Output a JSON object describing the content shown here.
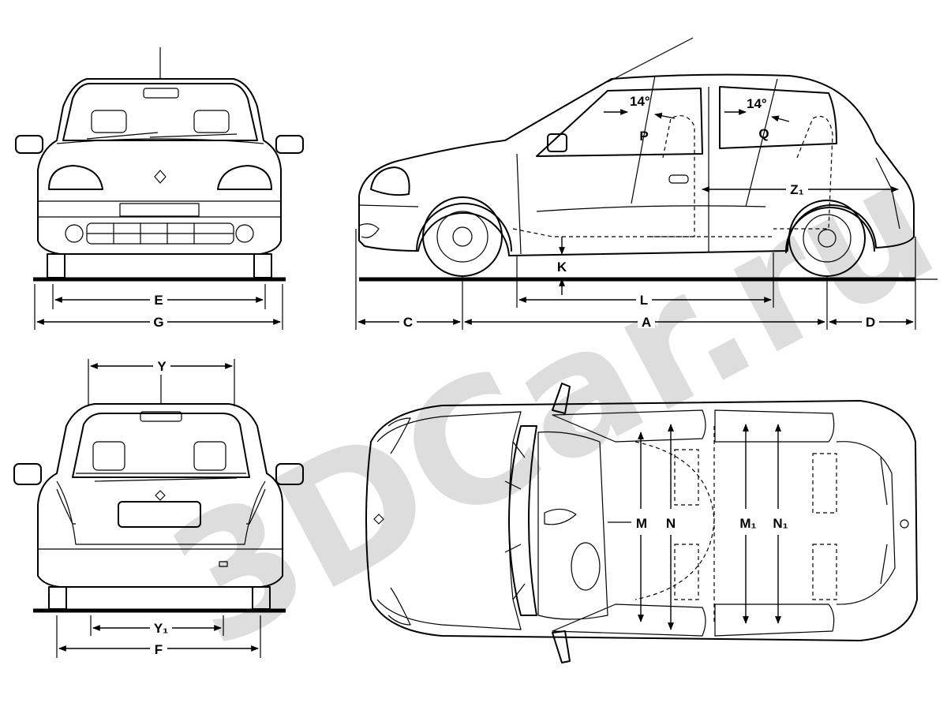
{
  "watermark": "3DCar.ru",
  "labels": {
    "E": "E",
    "G": "G",
    "C": "C",
    "A": "A",
    "D": "D",
    "K": "K",
    "L": "L",
    "P": "P",
    "Q": "Q",
    "Z1": "Z₁",
    "angle1": "14°",
    "angle2": "14°",
    "Y": "Y",
    "Y1": "Y₁",
    "F": "F",
    "M": "M",
    "N": "N",
    "M1": "M₁",
    "N1": "N₁"
  }
}
